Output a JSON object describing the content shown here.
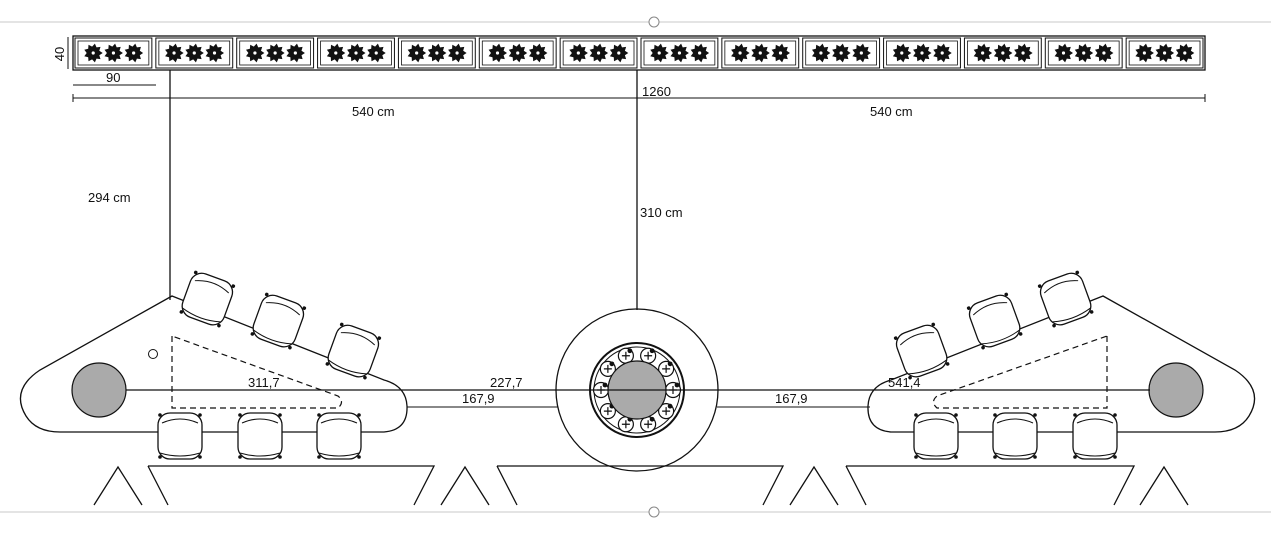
{
  "dimensions": {
    "planter_height": "40",
    "planter_width": "90",
    "total_length": "1260",
    "left_half": "540 cm",
    "right_half": "540 cm",
    "left_drop": "294 cm",
    "center_drop": "310 cm",
    "left_table": "311,7",
    "center_gap_top": "227,7",
    "left_gap": "167,9",
    "right_gap": "167,9",
    "right_table": "541,4"
  },
  "colors": {
    "line": "#111111",
    "fill_gray": "#aaaaaa",
    "guide": "#c8c8c8"
  }
}
